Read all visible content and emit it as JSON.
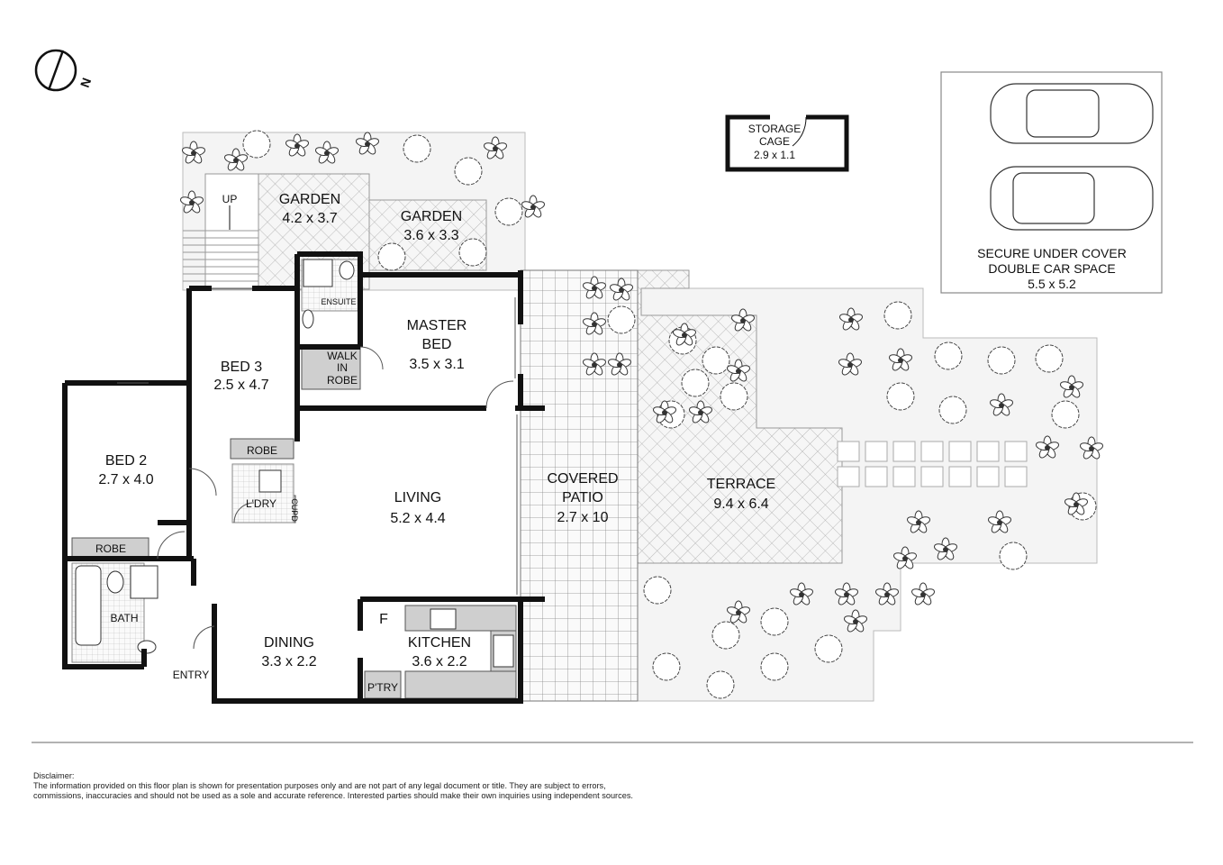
{
  "compass": {
    "label": "N"
  },
  "rooms": {
    "garden1": {
      "name": "GARDEN",
      "size": "4.2 x 3.7"
    },
    "garden2": {
      "name": "GARDEN",
      "size": "3.6 x 3.3"
    },
    "up": "UP",
    "storage": {
      "name1": "STORAGE",
      "name2": "CAGE",
      "size": "2.9 x 1.1"
    },
    "car": {
      "name1": "SECURE UNDER COVER",
      "name2": "DOUBLE CAR SPACE",
      "size": "5.5 x 5.2"
    },
    "ensuite": "ENSUITE",
    "wir": {
      "l1": "WALK",
      "l2": "IN",
      "l3": "ROBE"
    },
    "master": {
      "name1": "MASTER",
      "name2": "BED",
      "size": "3.5 x 3.1"
    },
    "bed3": {
      "name": "BED 3",
      "size": "2.5 x 4.7"
    },
    "bed2": {
      "name": "BED 2",
      "size": "2.7 x 4.0"
    },
    "robe1": "ROBE",
    "robe2": "ROBE",
    "laundry": "L'DRY",
    "cupd": "CUPD",
    "living": {
      "name": "LIVING",
      "size": "5.2 x 4.4"
    },
    "patio": {
      "name1": "COVERED",
      "name2": "PATIO",
      "size": "2.7 x 10"
    },
    "terrace": {
      "name": "TERRACE",
      "size": "9.4 x 6.4"
    },
    "bath": "BATH",
    "entry": "ENTRY",
    "dining": {
      "name": "DINING",
      "size": "3.3 x 2.2"
    },
    "kitchen": {
      "name": "KITCHEN",
      "size": "3.6 x 2.2"
    },
    "fridge": "F",
    "pantry": "P'TRY"
  },
  "disclaimer": {
    "title": "Disclaimer:",
    "line1": "The information provided on this floor plan is shown for presentation purposes only and are not part of any legal document or title. They are subject to errors,",
    "line2": "commissions, inaccuracies and should not be used as a sole and accurate reference. Interested parties should make their own inquiries using independent sources."
  },
  "colors": {
    "wall": "#111111",
    "fixture_fill": "#cfcfcf",
    "landscape_fill": "#f2f2f2",
    "hatch": "#999999"
  }
}
